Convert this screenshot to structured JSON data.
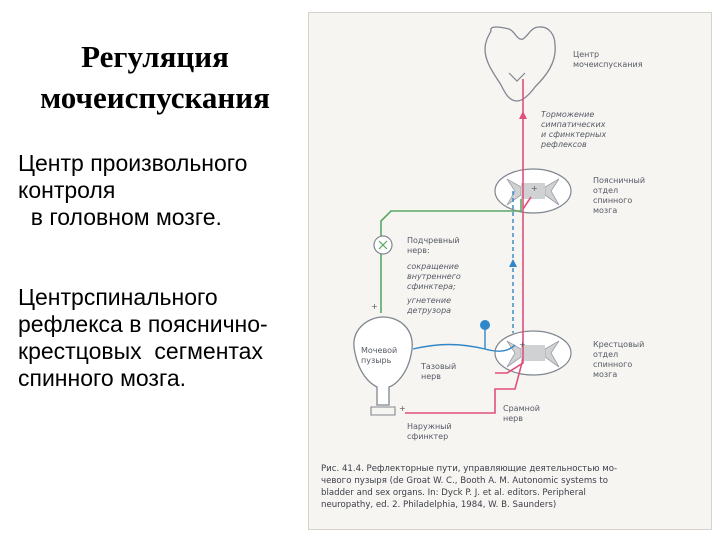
{
  "slide": {
    "title_lines": [
      "Регуляция",
      "мочеиспускания"
    ],
    "paragraph1": [
      "Центр произвольного",
      "контроля",
      "  в головном мозге."
    ],
    "paragraph2": [
      "Центрспинального",
      "рефлекса в пояснично-",
      "крестцовых  сегментах",
      "спинного мозга."
    ]
  },
  "figure": {
    "labels": {
      "brain_center": [
        "Центр",
        "мочеиспускания"
      ],
      "inhibition": [
        "Торможение",
        "симпатических",
        "и сфинктерных",
        "рефлексов"
      ],
      "lumbar": [
        "Поясничный",
        "отдел",
        "спинного",
        "мозга"
      ],
      "hypogastric": [
        "Подчревный",
        "нерв:"
      ],
      "hypogastric_effects": [
        "сокращение",
        "внутреннего",
        "сфинктера;",
        "угнетение",
        "детрузора"
      ],
      "bladder": [
        "Мочевой",
        "пузырь"
      ],
      "pelvic": [
        "Тазовый",
        "нерв"
      ],
      "sacral": [
        "Крестцовый",
        "отдел",
        "спинного",
        "мозга"
      ],
      "pudendal": [
        "Срамной",
        "нерв"
      ],
      "external_sphincter": [
        "Наружный",
        "сфинктер"
      ],
      "plus": "+"
    },
    "caption": [
      "Рис. 41.4. Рефлекторные пути, управляющие деятельностью мо-",
      "чевого пузыря (de Groat W. C., Booth A. M. Autonomic systems to",
      "bladder and sex organs. In: Dyck P. J. et al. editors. Peripheral",
      "neuropathy, ed. 2. Philadelphia, 1984, W. B. Saunders)"
    ],
    "colors": {
      "pink": "#e0507a",
      "green": "#5aa865",
      "blue": "#2f86c8",
      "outline": "#808690",
      "gray_matter": "#cfd1d3"
    }
  }
}
